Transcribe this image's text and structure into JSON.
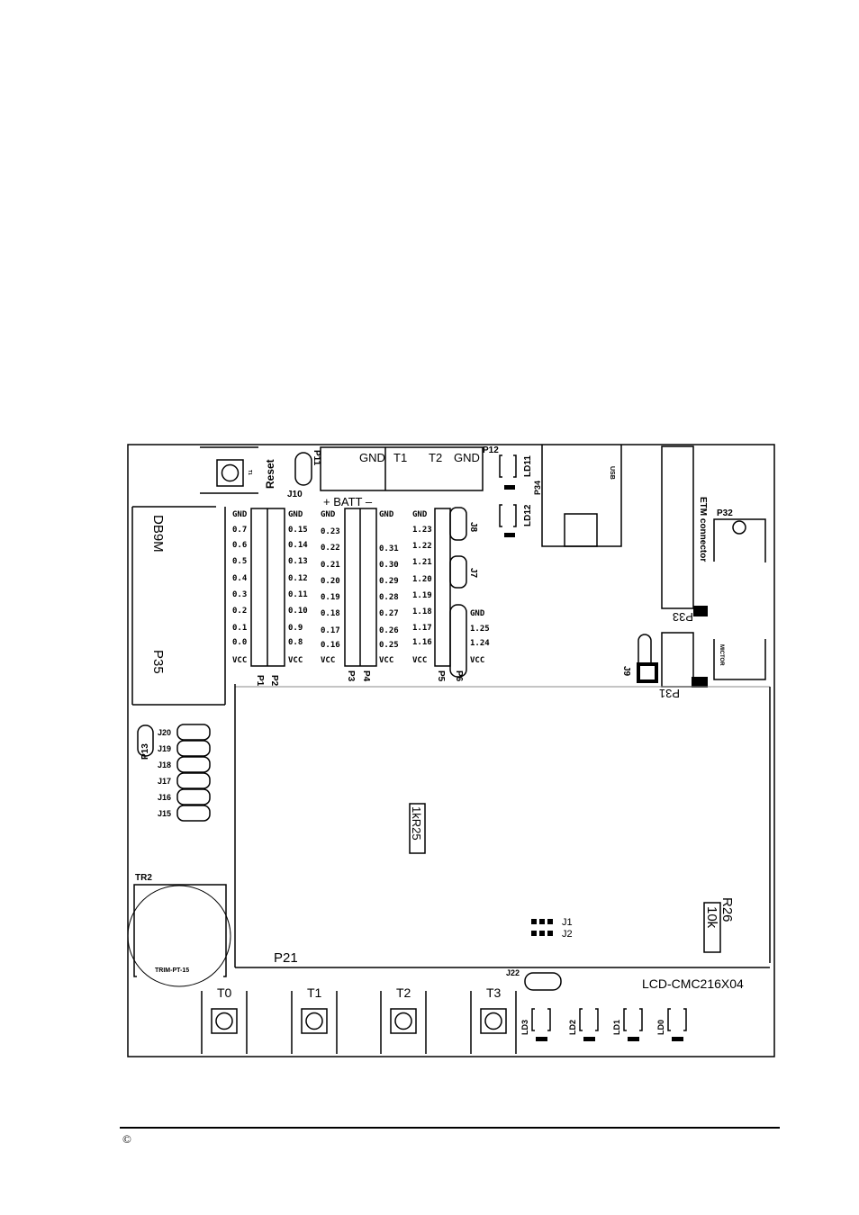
{
  "board": {
    "reset": {
      "label": "Reset",
      "switch_ref": "T1"
    },
    "j10": "J10",
    "p11": "P11",
    "p12": {
      "ref": "P12",
      "pins": [
        "GND",
        "T1",
        "T2",
        "GND"
      ]
    },
    "batt": "+ BATT –",
    "db9": {
      "name": "DB9M",
      "ref": "P35"
    },
    "p1": {
      "ref": "P1",
      "labels": [
        "GND",
        "0.7",
        "0.6",
        "0.5",
        "0.4",
        "0.3",
        "0.2",
        "0.1",
        "0.0",
        "VCC"
      ]
    },
    "p2": {
      "ref": "P2",
      "labels": [
        "GND",
        "0.15",
        "0.14",
        "0.13",
        "0.12",
        "0.11",
        "0.10",
        "0.9",
        "0.8",
        "VCC"
      ]
    },
    "p3": {
      "ref": "P3",
      "labels": [
        "GND",
        "0.23",
        "0.22",
        "0.21",
        "0.20",
        "0.19",
        "0.18",
        "0.17",
        "0.16",
        "VCC"
      ]
    },
    "p4": {
      "ref": "P4",
      "labels": [
        "GND",
        "0.31",
        "0.30",
        "0.29",
        "0.28",
        "0.27",
        "0.26",
        "0.25",
        "VCC"
      ]
    },
    "p5": {
      "ref": "P5",
      "labels": [
        "GND",
        "1.23",
        "1.22",
        "1.21",
        "1.20",
        "1.19",
        "1.18",
        "1.17",
        "1.16",
        "VCC"
      ]
    },
    "p6": {
      "ref": "P6",
      "labels": [
        "GND",
        "1.25",
        "1.24",
        "VCC"
      ]
    },
    "j8": "J8",
    "j7": "J7",
    "ld11": "LD11",
    "ld12": "LD12",
    "usb": {
      "label": "USB",
      "ref": "P34"
    },
    "etm": {
      "label": "ETM connector",
      "ref": "P33"
    },
    "p32": "P32",
    "mictor": {
      "label": "MICTOR",
      "ref": "P31"
    },
    "j9": "J9",
    "r25": "1kR25",
    "j1": "J1",
    "j2": "J2",
    "r26": {
      "ref": "R26",
      "value": "10k"
    },
    "p21": "P21",
    "tr2": {
      "ref": "TR2",
      "part": "TRIM-PT-15"
    },
    "p13": "P13",
    "jumpers": [
      "J20",
      "J19",
      "J18",
      "J17",
      "J16",
      "J15"
    ],
    "j22": "J22",
    "model": "LCD-CMC216X04",
    "buttons": [
      "T0",
      "T1",
      "T2",
      "T3"
    ],
    "leds": [
      "LD3",
      "LD2",
      "LD1",
      "LD0"
    ]
  },
  "footer": {
    "copyright": "©"
  }
}
